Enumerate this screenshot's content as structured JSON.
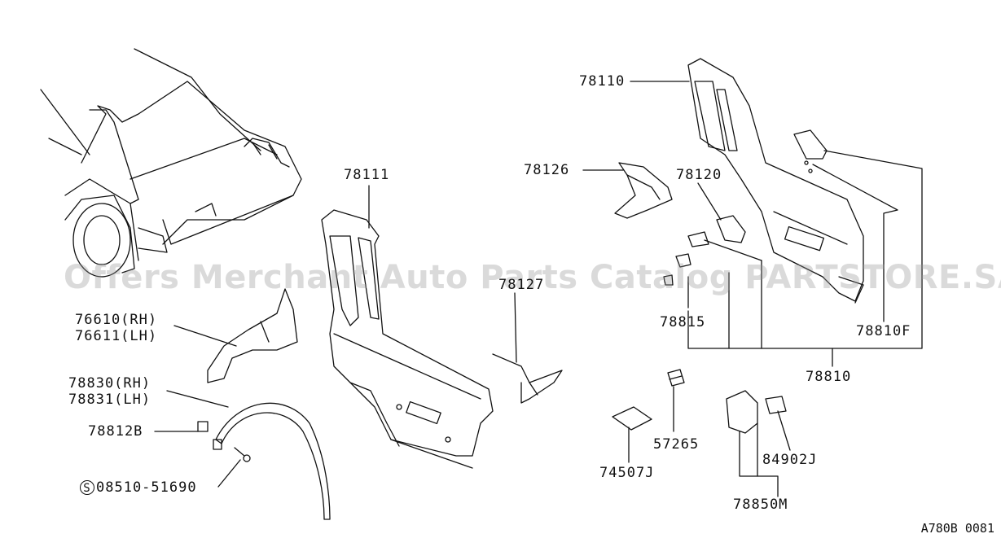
{
  "watermark": "Offers Merchant Auto Parts Catalog PARTSTORE.SA",
  "diagram_code": "A780B 0081",
  "parts": {
    "p78110": "78110",
    "p78111": "78111",
    "p78126": "78126",
    "p78120": "78120",
    "p78127": "78127",
    "p76610": "76610(RH)",
    "p76611": "76611(LH)",
    "p78830": "78830(RH)",
    "p78831": "78831(LH)",
    "p78812B": "78812B",
    "p08510_symbol": "S",
    "p08510": "08510-51690",
    "p78815": "78815",
    "p78810F": "78810F",
    "p78810": "78810",
    "p57265": "57265",
    "p74507J": "74507J",
    "p84902J": "84902J",
    "p78850M": "78850M"
  }
}
